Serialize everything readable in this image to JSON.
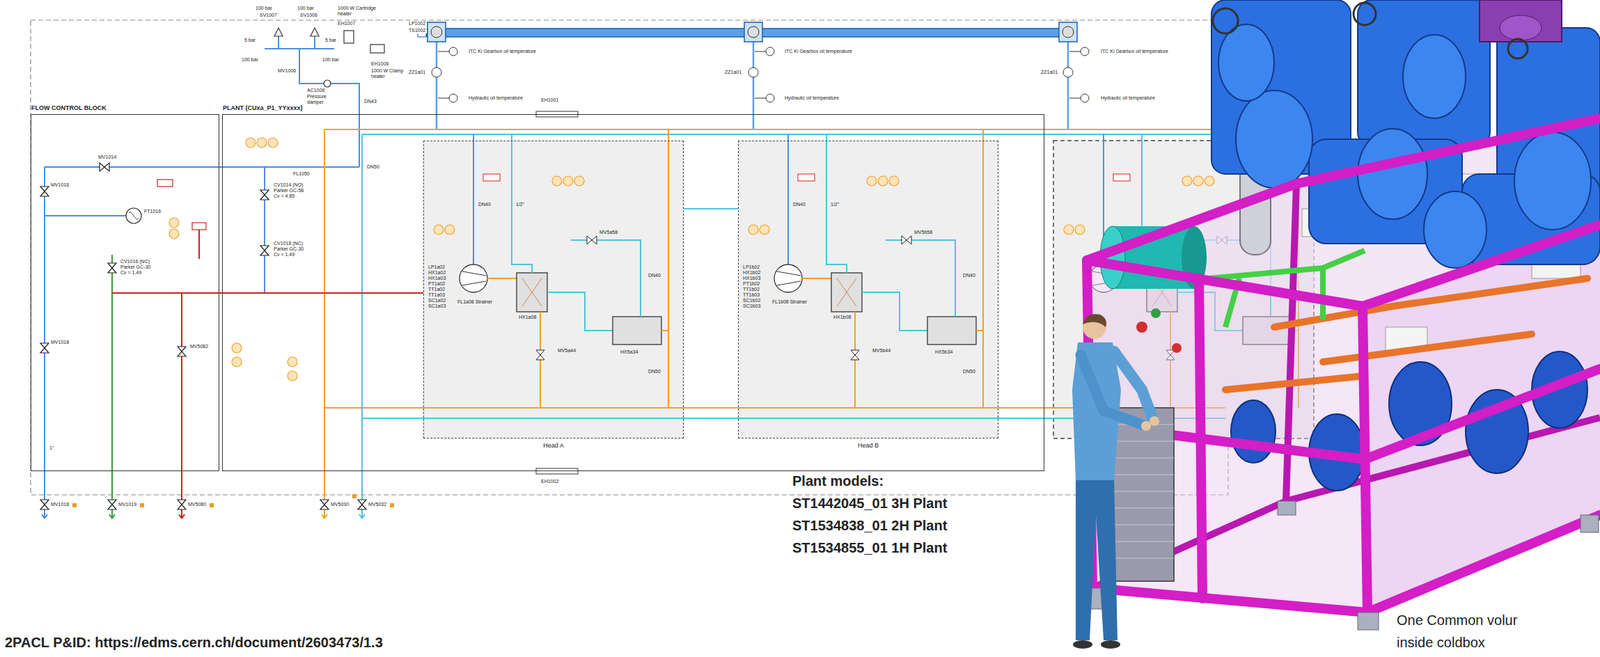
{
  "diagram": {
    "nodes": [
      {
        "text": [
          "FLOW CONTROL BLOCK"
        ]
      },
      {
        "text": [
          "PLANT (CUxa_P1_YYxxxx)"
        ]
      },
      {
        "text": [
          "Head A"
        ],
        "in": 1
      },
      {
        "text": [
          "Head B"
        ],
        "in": 1
      }
    ],
    "edges": [
      {
        "from": 0,
        "to": 2,
        "arrow": "none"
      },
      {
        "from": 2,
        "to": 3,
        "arrow": "none"
      }
    ],
    "labels": [
      "100 bar",
      "SV1007",
      "100 bar",
      "SV1006",
      "5 bar",
      "5 bar",
      "100 bar",
      "MV1006",
      "100 bar",
      "1000 W Cartridge heater",
      "EH1007",
      "AC1006",
      "Pressure damper",
      "EH1006",
      "1000 W Clamp heater",
      "LP1002",
      "TS1002",
      "DN43",
      "ITC Ki Gearbox oil temperature",
      "ITC Ki Gearbox oil temperature",
      "ITC Ki Gearbox oil temperature",
      "ZZ1a01",
      "ZZ1a01",
      "ZZ1a01",
      "Hydraulic oil temperature",
      "Hydraulic oil temperature",
      "Hydraulic oil temperature",
      "EH1001",
      "EH1002",
      "DN50",
      "FL1050",
      "MV1014",
      "MV1016",
      "FT1016",
      "CV1014 (NO) Parker GC-58 Cv = 4.85",
      "CV1016 (NC) Parker GC-30 Cv = 1.49",
      "CV1018 (NC) Parker GC-30 Cv = 1.49",
      "MV1018",
      "MV5082",
      "1\"",
      "MV1018",
      "MV1019",
      "MV5080",
      "MV5030",
      "MV5032",
      "LP1a02 HX1a02 HX1a03 PT1a02 TT1a02 TT1a03 SC1a02 SC1a03",
      "FL1a08 Strainer",
      "HX1a08",
      "HX5a34",
      "DN40",
      "1/2\"",
      "DN40",
      "DN50",
      "MV5a44",
      "MV5a58",
      "LP1b02 HX1b02 HX1b03 PT1b02 TT1b02 TT1b03 SC1b02 SC1b03",
      "FL1b08 Strainer",
      "HX1b08",
      "HX5b34",
      "DN40",
      "1/2\"",
      "DN40",
      "DN50",
      "MV5b44",
      "MV5b58",
      "Plant models:",
      "ST1442045_01 3H Plant",
      "ST1534838_01 2H Plant",
      "ST1534855_01 1H Plant",
      "2PACL P&ID: https://edms.cern.ch/document/2603473/1.3",
      "One Common volur",
      "inside coldbox"
    ]
  }
}
